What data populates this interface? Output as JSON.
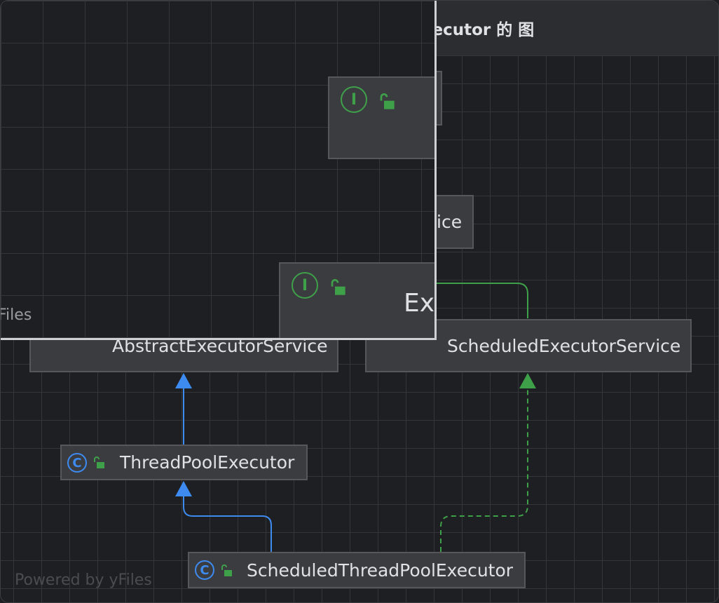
{
  "window": {
    "title": "ScheduledThreadPoolExecutor 的 图",
    "title_icon": "hierarchy-icon"
  },
  "nodes": {
    "abstract_executor_service": {
      "label": "AbstractExecutorService",
      "kind": "class"
    },
    "scheduled_executor_service": {
      "label": "ScheduledExecutorService",
      "kind": "interface"
    },
    "thread_pool_executor": {
      "label": "ThreadPoolExecutor",
      "kind": "class"
    },
    "scheduled_thread_pool_executor": {
      "label": "ScheduledThreadPoolExecutor",
      "kind": "class"
    },
    "partial_service": {
      "label": "ice"
    }
  },
  "overview": {
    "executor_partial": {
      "label": "Ex",
      "kind": "interface"
    },
    "label": "Files"
  },
  "badges": {
    "class_glyph": "C",
    "interface_glyph": "I"
  },
  "watermark": "Powered by yFiles",
  "colors": {
    "class_badge": "#3d8bf0",
    "interface_badge": "#3fa04a",
    "extends_edge": "#3d8bf0",
    "implements_edge": "#3fa04a",
    "lock": "#3fa04a"
  }
}
